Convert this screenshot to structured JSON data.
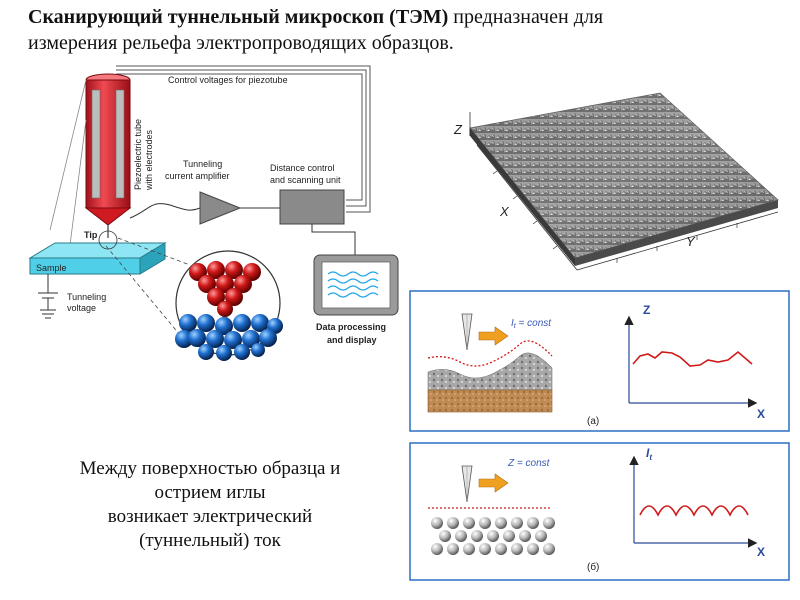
{
  "title": {
    "bold": "Сканирующий туннельный микроскоп (ТЭМ)",
    "rest": " предназначен для",
    "line2": "измерения рельефа  электропроводящих образцов."
  },
  "caption": {
    "line1": "Между поверхностью образца  и",
    "line2": "острием иглы",
    "line3": "возникает электрический",
    "line4": "(туннельный) ток"
  },
  "stm_diagram": {
    "control_voltages": "Control voltages for piezotube",
    "piezo_line1": "Piezoelectric tube",
    "piezo_line2": "with electrodes",
    "tunneling_amp_line1": "Tunneling",
    "tunneling_amp_line2": "current amplifier",
    "distance_line1": "Distance control",
    "distance_line2": "and scanning unit",
    "tip": "Tip",
    "sample": "Sample",
    "voltage_line1": "Tunneling",
    "voltage_line2": "voltage",
    "display_line1": "Data processing",
    "display_line2": "and display"
  },
  "surface_3d": {
    "z_axis": "Z",
    "x_axis": "X",
    "y_axis": "Y"
  },
  "panel_a": {
    "condition": "I",
    "condition_sub": "t",
    "condition_rest": " = const",
    "z_axis": "Z",
    "x_axis": "X",
    "label": "(а)"
  },
  "panel_b": {
    "condition": "Z = const",
    "it_axis": "I",
    "it_axis_sub": "t",
    "x_axis": "X",
    "label": "(б)"
  },
  "colors": {
    "piezo": "#e8303a",
    "sample": "#4fd0e8",
    "tip_atoms": "#cc1111",
    "sample_atoms": "#1f6fd0",
    "panel_border": "#2a6fc0",
    "trace": "#d01a1a",
    "arrow": "#f0a020"
  }
}
